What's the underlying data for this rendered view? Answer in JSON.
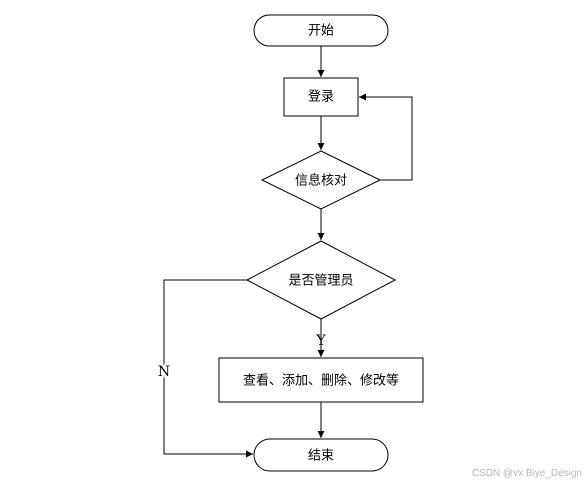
{
  "diagram": {
    "start": "开始",
    "login": "登录",
    "verify": "信息核对",
    "is_admin": "是否管理员",
    "actions": "查看、添加、删除、修改等",
    "end": "结束",
    "yes_label": "Y",
    "no_label": "N"
  },
  "watermark": "CSDN @vx  Biye_Design"
}
